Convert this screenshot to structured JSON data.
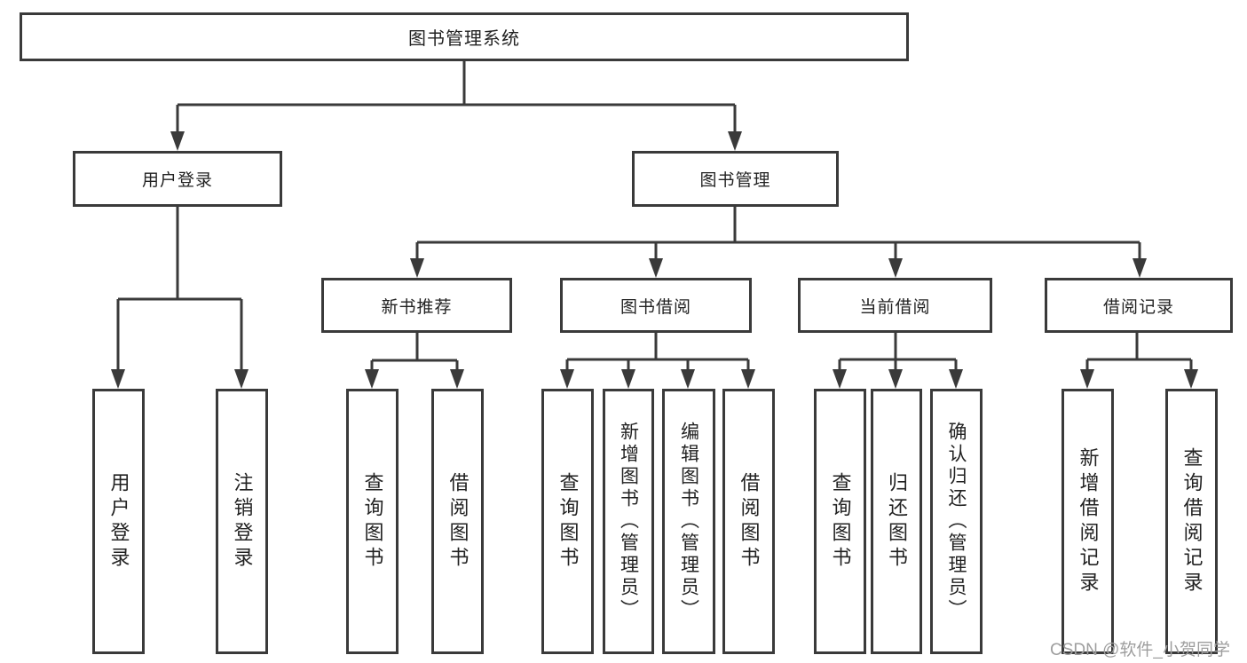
{
  "page": {
    "background": "#ffffff",
    "line_color": "#3a3a3a",
    "text_color": "#222222"
  },
  "tree": {
    "root": {
      "label": "图书管理系统"
    },
    "level1": [
      {
        "label": "用户登录",
        "leaves": [
          {
            "label": "用户登录"
          },
          {
            "label": "注销登录"
          }
        ]
      },
      {
        "label": "图书管理",
        "groups": [
          {
            "label": "新书推荐",
            "leaves": [
              {
                "label": "查询图书"
              },
              {
                "label": "借阅图书"
              }
            ]
          },
          {
            "label": "图书借阅",
            "leaves": [
              {
                "label": "查询图书"
              },
              {
                "label": "新增图书（管理员）"
              },
              {
                "label": "编辑图书（管理员）"
              },
              {
                "label": "借阅图书"
              }
            ]
          },
          {
            "label": "当前借阅",
            "leaves": [
              {
                "label": "查询图书"
              },
              {
                "label": "归还图书"
              },
              {
                "label": "确认归还（管理员）"
              }
            ]
          },
          {
            "label": "借阅记录",
            "leaves": [
              {
                "label": "新增借阅记录"
              },
              {
                "label": "查询借阅记录"
              }
            ]
          }
        ]
      }
    ]
  },
  "watermark": {
    "text": "CSDN @软件_小贺同学",
    "color": "#9e9e9e"
  }
}
